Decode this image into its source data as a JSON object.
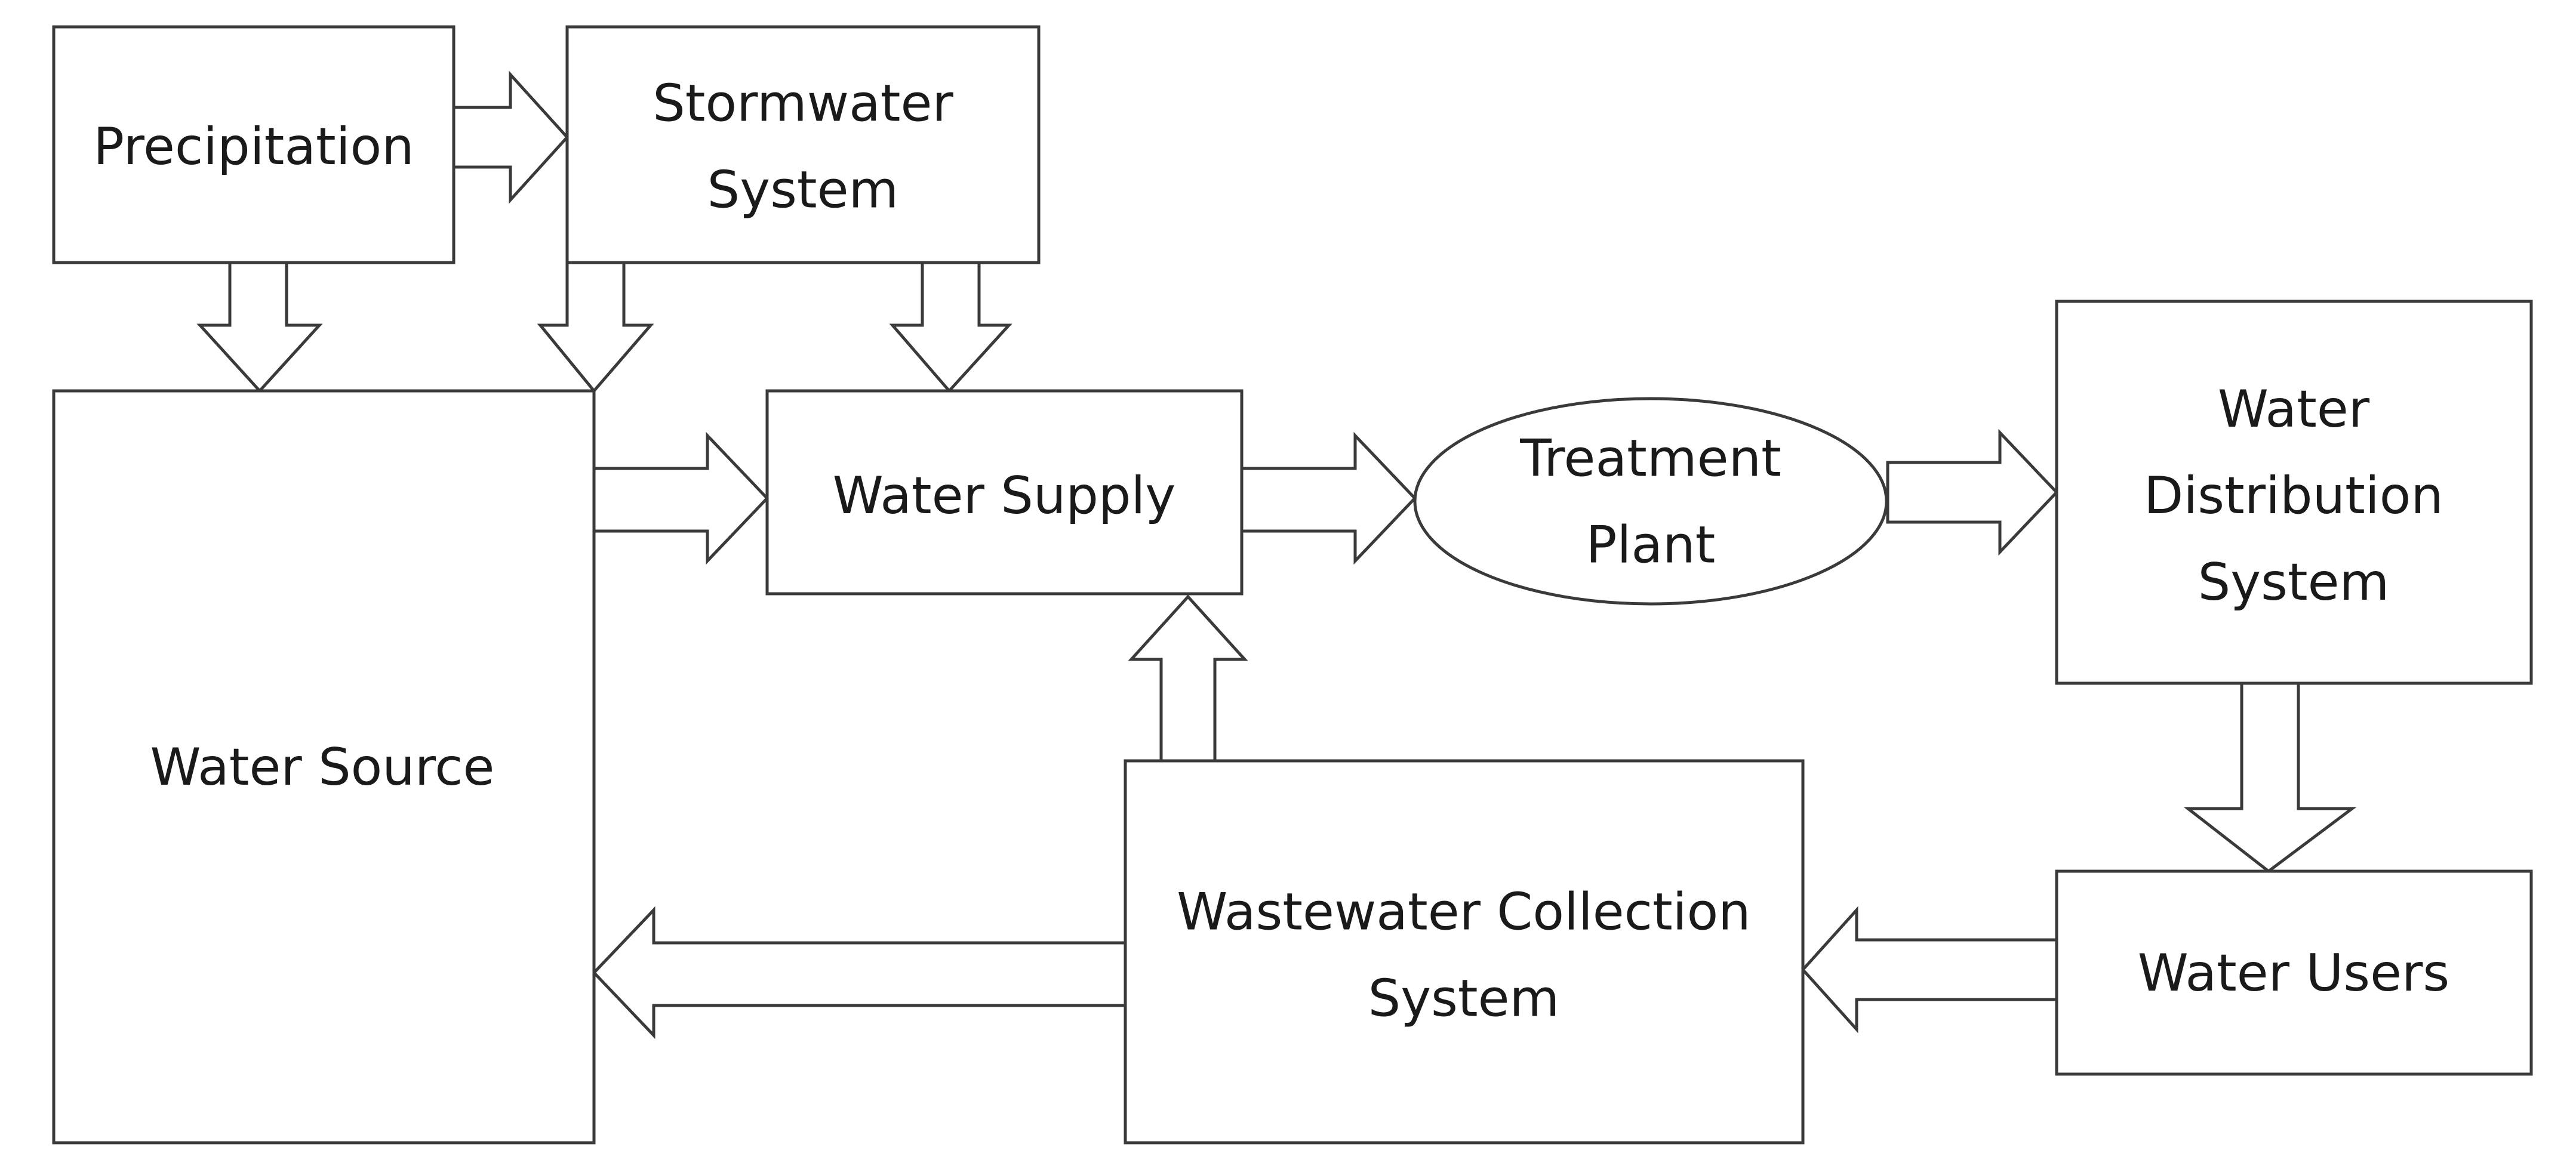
{
  "nodes": {
    "precipitation": {
      "lines": [
        "Precipitation"
      ]
    },
    "stormwater": {
      "lines": [
        "Stormwater",
        "System"
      ]
    },
    "water_source": {
      "lines": [
        "Water Source"
      ]
    },
    "water_supply": {
      "lines": [
        "Water Supply"
      ]
    },
    "treatment_plant": {
      "lines": [
        "Treatment",
        "Plant"
      ]
    },
    "distribution": {
      "lines": [
        "Water",
        "Distribution",
        "System"
      ]
    },
    "wastewater": {
      "lines": [
        "Wastewater Collection",
        "System"
      ]
    },
    "water_users": {
      "lines": [
        "Water Users"
      ]
    }
  },
  "edges": [
    {
      "from": "precipitation",
      "to": "stormwater"
    },
    {
      "from": "precipitation",
      "to": "water_source"
    },
    {
      "from": "stormwater",
      "to": "water_source"
    },
    {
      "from": "stormwater",
      "to": "water_supply"
    },
    {
      "from": "water_source",
      "to": "water_supply"
    },
    {
      "from": "water_supply",
      "to": "treatment_plant"
    },
    {
      "from": "treatment_plant",
      "to": "distribution"
    },
    {
      "from": "distribution",
      "to": "water_users"
    },
    {
      "from": "water_users",
      "to": "wastewater"
    },
    {
      "from": "wastewater",
      "to": "water_supply"
    },
    {
      "from": "wastewater",
      "to": "water_source"
    }
  ],
  "colors": {
    "stroke": "#3a3a3a",
    "text": "#1a1a1a",
    "fill": "#ffffff"
  }
}
